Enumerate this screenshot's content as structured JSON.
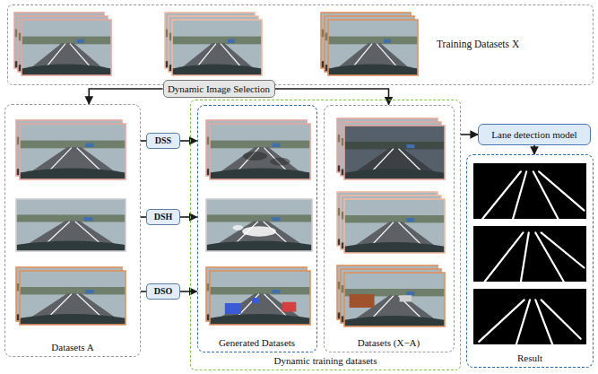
{
  "diagram": {
    "nodes": [
      {
        "text": [
          "Training Datasets X"
        ]
      },
      {
        "text": [
          "Dynamic Image Selection"
        ]
      },
      {
        "text": [
          "Datasets A"
        ]
      },
      {
        "text": [
          "DSS"
        ]
      },
      {
        "text": [
          "DSH"
        ]
      },
      {
        "text": [
          "DSO"
        ]
      },
      {
        "text": [
          "Dynamic training datasets"
        ]
      },
      {
        "text": [
          "Generated Datasets"
        ],
        "in": 6
      },
      {
        "text": [
          "Datasets (X−A)"
        ],
        "in": 6
      },
      {
        "text": [
          "Lane detection model"
        ]
      },
      {
        "text": [
          "Result"
        ]
      }
    ],
    "edges": [
      {
        "from": 1,
        "to": 2,
        "arrow": "to"
      },
      {
        "from": 1,
        "to": 8,
        "arrow": "to"
      },
      {
        "from": 2,
        "to": 3,
        "arrow": "none"
      },
      {
        "from": 2,
        "to": 4,
        "arrow": "none"
      },
      {
        "from": 2,
        "to": 5,
        "arrow": "none"
      },
      {
        "from": 3,
        "to": 7,
        "arrow": "to"
      },
      {
        "from": 4,
        "to": 7,
        "arrow": "to"
      },
      {
        "from": 5,
        "to": 7,
        "arrow": "to"
      },
      {
        "from": 6,
        "to": 9,
        "arrow": "to"
      },
      {
        "from": 9,
        "to": 10,
        "arrow": "to"
      }
    ]
  }
}
